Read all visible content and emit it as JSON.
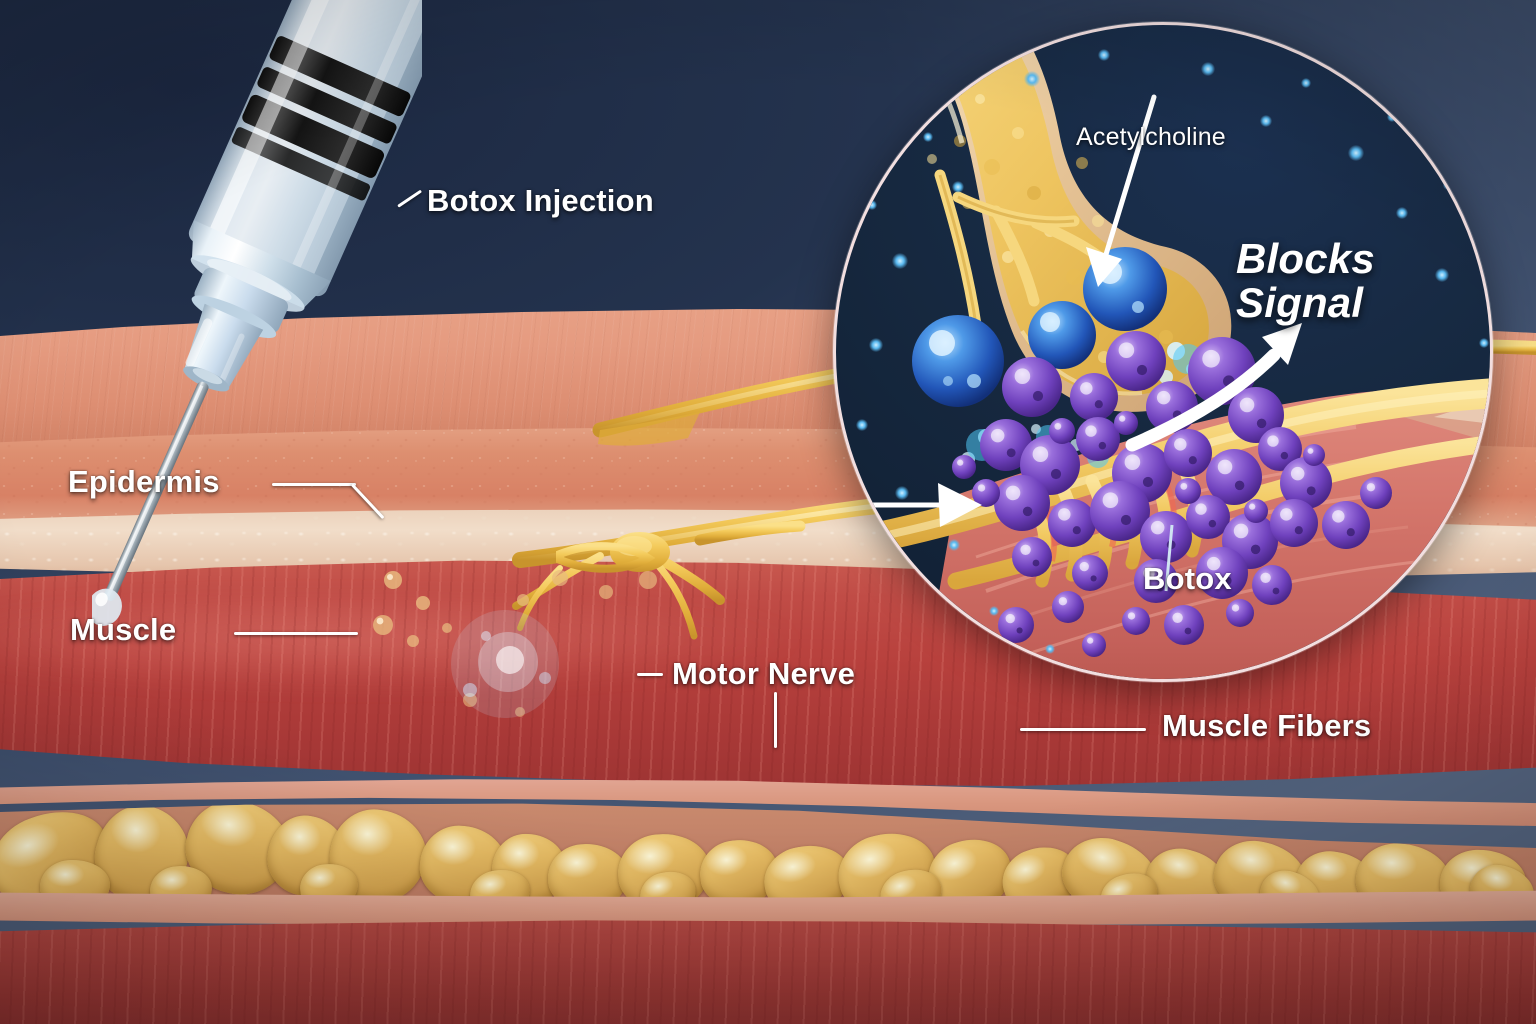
{
  "illustration": {
    "title": "Botox Injection Mechanism of Action",
    "subject": "Botulinum toxin blocking acetylcholine release at the neuromuscular junction",
    "background_color": "#24334e",
    "label_color": "#ffffff"
  },
  "labels": {
    "botox_injection": "Botox Injection",
    "epidermis": "Epidermis",
    "muscle": "Muscle",
    "motor_nerve": "Motor Nerve",
    "muscle_fibers": "Muscle Fibers"
  },
  "inset": {
    "acetylcholine": "Acetylcholine",
    "blocks_signal_line1": "Blocks",
    "blocks_signal_line2": "Signal",
    "botox": "Botox"
  },
  "colors": {
    "skin": "#e59b80",
    "epidermis": "#d88165",
    "basal_layer": "#f1ddc9",
    "muscle": "#b8413d",
    "deep_muscle": "#a8403c",
    "fat_lobule": "#e6bb63",
    "fascia": "#d9977f",
    "nerve": "#f0c64e",
    "botox_particle": "#7b4fc4",
    "acetylcholine_vesicle": "#2f6fd8",
    "inset_background": "#16283f",
    "inset_border": "#f2dfe0",
    "syringe_glass": "#c8d8e6",
    "needle_steel": "#b9c4cc",
    "plunger_rubber": "#1a1a1a"
  },
  "elements": {
    "syringe": "botox-syringe",
    "needle": "injection-needle",
    "nerve_branches": "motor-nerve-branches",
    "fat_layer": "subcutaneous-fat",
    "inset_circle": "magnified-neuromuscular-junction",
    "nerve_terminal": "axon-terminal-bouton",
    "ach_vesicles": "acetylcholine-vesicles",
    "botox_particles": "botulinum-toxin-particles",
    "blocks_arrow": "blocks-signal-arrow",
    "pointer_arrow": "junction-pointer-arrow"
  }
}
